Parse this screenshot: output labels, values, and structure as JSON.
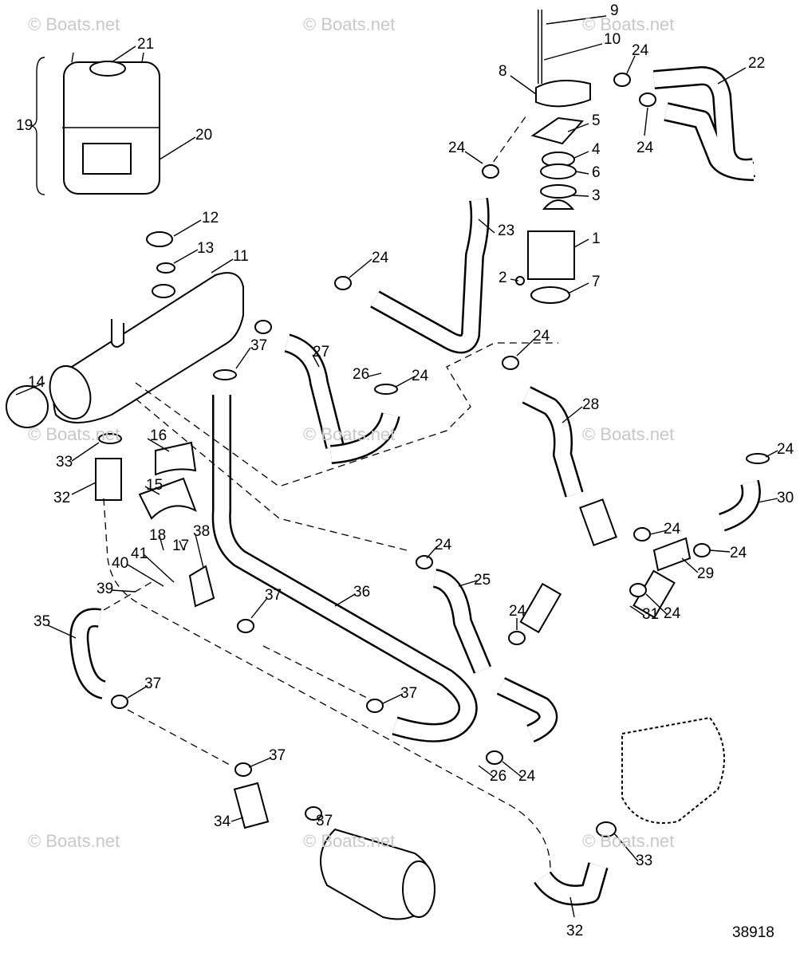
{
  "diagram": {
    "watermark": "© Boats.net",
    "figure_number": "38918",
    "callouts": [
      "1",
      "2",
      "3",
      "4",
      "5",
      "6",
      "7",
      "8",
      "9",
      "10",
      "11",
      "12",
      "13",
      "14",
      "15",
      "16",
      "17",
      "18",
      "19",
      "20",
      "21",
      "22",
      "23",
      "24",
      "25",
      "26",
      "27",
      "28",
      "29",
      "30",
      "31",
      "32",
      "33",
      "34",
      "35",
      "36",
      "37",
      "38",
      "39",
      "40",
      "41"
    ],
    "colors": {
      "line": "#000000",
      "background": "#ffffff",
      "watermark": "#c8c8c8"
    }
  }
}
